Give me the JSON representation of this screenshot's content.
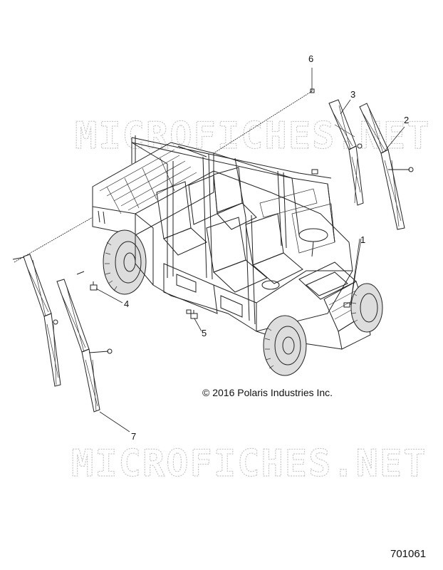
{
  "watermark": {
    "top": "MICROFICHES.NET",
    "bottom": "MICROFICHES.NET"
  },
  "callouts": [
    "1",
    "2",
    "3",
    "4",
    "5",
    "6",
    "7"
  ],
  "copyright": "© 2016 Polaris Industries Inc.",
  "figure_number": "701061"
}
